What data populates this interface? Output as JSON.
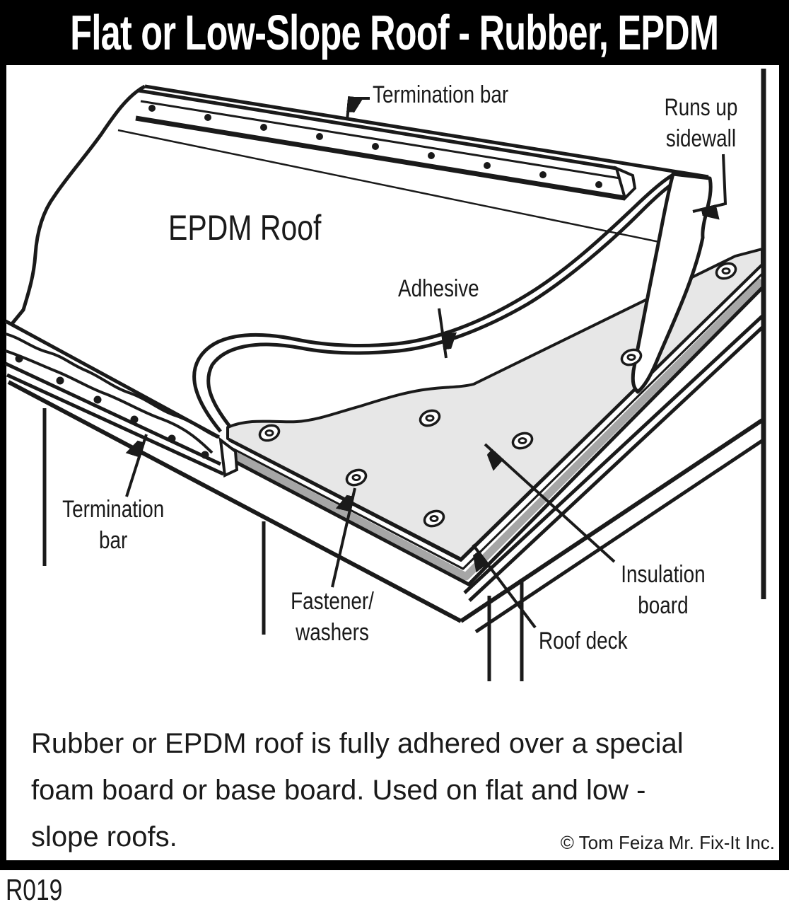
{
  "title": "Flat or Low-Slope Roof - Rubber, EPDM",
  "figure_code": "R019",
  "copyright": "© Tom Feiza Mr. Fix-It Inc.",
  "caption": {
    "line1": "Rubber or EPDM roof is fully adhered over a special",
    "line2": "foam board or base board.  Used on flat and low -",
    "line3": "slope roofs."
  },
  "labels": {
    "termination_bar_top": "Termination bar",
    "runs_up_sidewall": "Runs up\nsidewall",
    "epdm_roof": "EPDM Roof",
    "adhesive": "Adhesive",
    "termination_bar_left": "Termination\nbar",
    "fastener_washers": "Fastener/\nwashers",
    "roof_deck": "Roof deck",
    "insulation_board": "Insulation\nboard"
  },
  "colors": {
    "ink": "#1a1a1a",
    "insulation_fill": "#e7e7e7",
    "insulation_edge_band": "#a6a6a6",
    "title_bg": "#000000",
    "title_fg": "#ffffff"
  }
}
